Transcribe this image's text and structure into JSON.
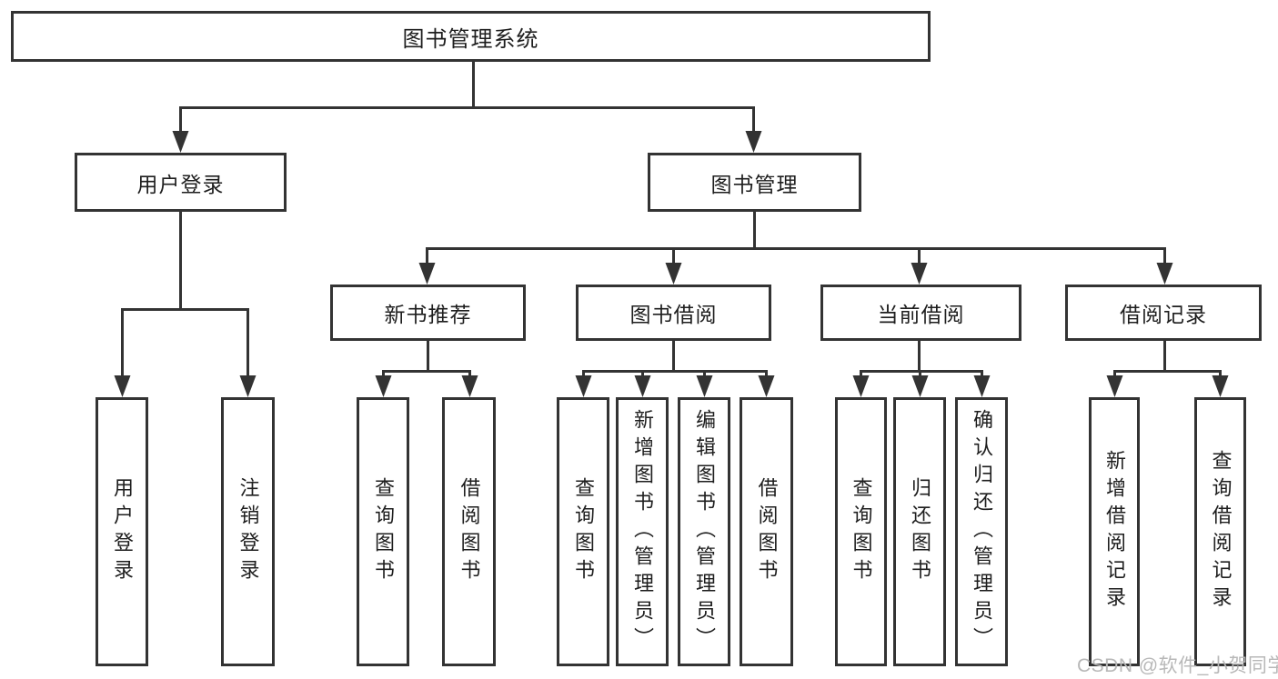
{
  "diagram": {
    "root": {
      "label": "图书管理系统"
    },
    "branches": [
      {
        "label": "用户登录",
        "children": [
          {
            "label": "用户登录"
          },
          {
            "label": "注销登录"
          }
        ]
      },
      {
        "label": "图书管理",
        "children": [
          {
            "label": "新书推荐",
            "children": [
              {
                "label": "查询图书"
              },
              {
                "label": "借阅图书"
              }
            ]
          },
          {
            "label": "图书借阅",
            "children": [
              {
                "label": "查询图书"
              },
              {
                "label": "新增图书（管理员）"
              },
              {
                "label": "编辑图书（管理员）"
              },
              {
                "label": "借阅图书"
              }
            ]
          },
          {
            "label": "当前借阅",
            "children": [
              {
                "label": "查询图书"
              },
              {
                "label": "归还图书"
              },
              {
                "label": "确认归还（管理员）"
              }
            ]
          },
          {
            "label": "借阅记录",
            "children": [
              {
                "label": "新增借阅记录"
              },
              {
                "label": "查询借阅记录"
              }
            ]
          }
        ]
      }
    ]
  },
  "watermark": {
    "text": "CSDN @软件_小贺同学",
    "color": "#b8b8b8"
  },
  "colors": {
    "line": "#333333",
    "text": "#1e1e1e",
    "background": "#ffffff"
  }
}
